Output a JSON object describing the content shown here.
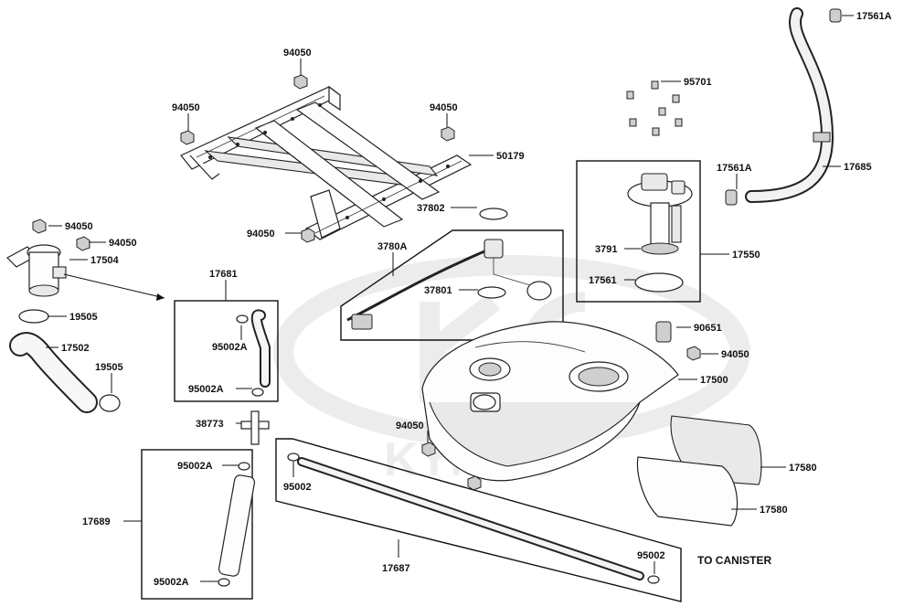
{
  "watermark": {
    "brand_text": "KYMCO"
  },
  "callouts": {
    "c94050_top": "94050",
    "c94050_left": "94050",
    "c94050_right": "94050",
    "c50179": "50179",
    "c37802": "37802",
    "c94050_frame_bottom": "94050",
    "c94050_a": "94050",
    "c94050_b": "94050",
    "c17504": "17504",
    "c17681": "17681",
    "c3780A": "3780A",
    "c37801": "37801",
    "c95701": "95701",
    "c17561A_top": "17561A",
    "c17561A_mid": "17561A",
    "c17685": "17685",
    "c3791": "3791",
    "c17550": "17550",
    "c17561": "17561",
    "c19505_a": "19505",
    "c17502": "17502",
    "c19505_b": "19505",
    "c95002A_a": "95002A",
    "c95002A_b": "95002A",
    "c90651": "90651",
    "c94050_tank": "94050",
    "c17500": "17500",
    "c38773": "38773",
    "c94050_bottom": "94050",
    "c95002A_c": "95002A",
    "c95002": "95002",
    "c17580_a": "17580",
    "c17580_b": "17580",
    "c17689": "17689",
    "c95002A_d": "95002A",
    "c17687": "17687",
    "c95002_b": "95002"
  },
  "notes": {
    "to_canister": "TO CANISTER"
  }
}
